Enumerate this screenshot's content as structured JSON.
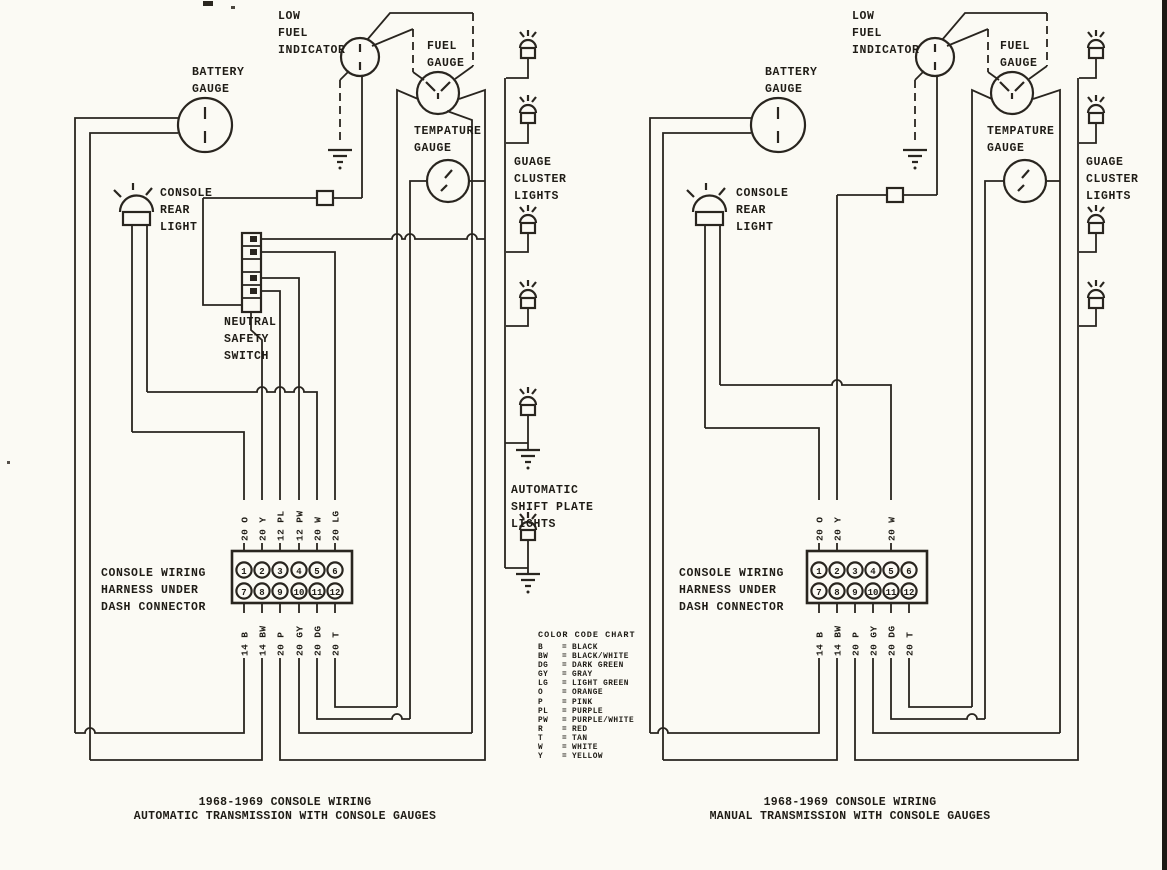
{
  "page": {
    "background": "#fbfaf4",
    "ink": "#29251f"
  },
  "color_chart": {
    "title": "COLOR CODE CHART",
    "eq": "=",
    "entries": [
      {
        "code": "B",
        "name": "BLACK"
      },
      {
        "code": "BW",
        "name": "BLACK/WHITE"
      },
      {
        "code": "DG",
        "name": "DARK GREEN"
      },
      {
        "code": "GY",
        "name": "GRAY"
      },
      {
        "code": "LG",
        "name": "LIGHT GREEN"
      },
      {
        "code": "O",
        "name": "ORANGE"
      },
      {
        "code": "P",
        "name": "PINK"
      },
      {
        "code": "PL",
        "name": "PURPLE"
      },
      {
        "code": "PW",
        "name": "PURPLE/WHITE"
      },
      {
        "code": "R",
        "name": "RED"
      },
      {
        "code": "T",
        "name": "TAN"
      },
      {
        "code": "W",
        "name": "WHITE"
      },
      {
        "code": "Y",
        "name": "YELLOW"
      }
    ]
  },
  "left": {
    "caption": [
      "1968-1969 CONSOLE WIRING",
      "AUTOMATIC TRANSMISSION WITH CONSOLE GAUGES"
    ],
    "labels": {
      "battery": [
        "BATTERY",
        "GAUGE"
      ],
      "low_fuel": [
        "LOW",
        "FUEL",
        "INDICATOR"
      ],
      "fuel": [
        "FUEL",
        "GAUGE"
      ],
      "temperature": [
        "TEMPATURE",
        "GAUGE"
      ],
      "console_rear": [
        "CONSOLE",
        "REAR",
        "LIGHT"
      ],
      "neutral_safety": [
        "NEUTRAL",
        "SAFETY",
        "SWITCH"
      ],
      "gauge_cluster": [
        "GUAGE",
        "CLUSTER",
        "LIGHTS"
      ],
      "shift_plate": [
        "AUTOMATIC",
        "SHIFT PLATE",
        "LIGHTS"
      ],
      "harness": [
        "CONSOLE WIRING",
        "HARNESS UNDER",
        "DASH CONNECTOR"
      ]
    },
    "connector": {
      "pins_top": [
        "1",
        "2",
        "3",
        "4",
        "5",
        "6"
      ],
      "pins_bottom": [
        "7",
        "8",
        "9",
        "10",
        "11",
        "12"
      ],
      "wires_top": [
        "20 O",
        "20 Y",
        "12 PL",
        "12 PW",
        "20 W",
        "20 LG"
      ],
      "wires_bottom": [
        "14 B",
        "14 BW",
        "20 P",
        "20 GY",
        "20 DG",
        "20 T"
      ]
    }
  },
  "right": {
    "caption": [
      "1968-1969 CONSOLE WIRING",
      "MANUAL TRANSMISSION WITH CONSOLE GAUGES"
    ],
    "labels": {
      "battery": [
        "BATTERY",
        "GAUGE"
      ],
      "low_fuel": [
        "LOW",
        "FUEL",
        "INDICATOR"
      ],
      "fuel": [
        "FUEL",
        "GAUGE"
      ],
      "temperature": [
        "TEMPATURE",
        "GAUGE"
      ],
      "console_rear": [
        "CONSOLE",
        "REAR",
        "LIGHT"
      ],
      "gauge_cluster": [
        "GUAGE",
        "CLUSTER",
        "LIGHTS"
      ],
      "harness": [
        "CONSOLE WIRING",
        "HARNESS UNDER",
        "DASH CONNECTOR"
      ]
    },
    "connector": {
      "pins_top": [
        "1",
        "2",
        "3",
        "4",
        "5",
        "6"
      ],
      "pins_bottom": [
        "7",
        "8",
        "9",
        "10",
        "11",
        "12"
      ],
      "wires_top": [
        "20 O",
        "20 Y",
        "20 W"
      ],
      "wires_bottom": [
        "14 B",
        "14 BW",
        "20 P",
        "20 GY",
        "20 DG",
        "20 T"
      ]
    }
  }
}
